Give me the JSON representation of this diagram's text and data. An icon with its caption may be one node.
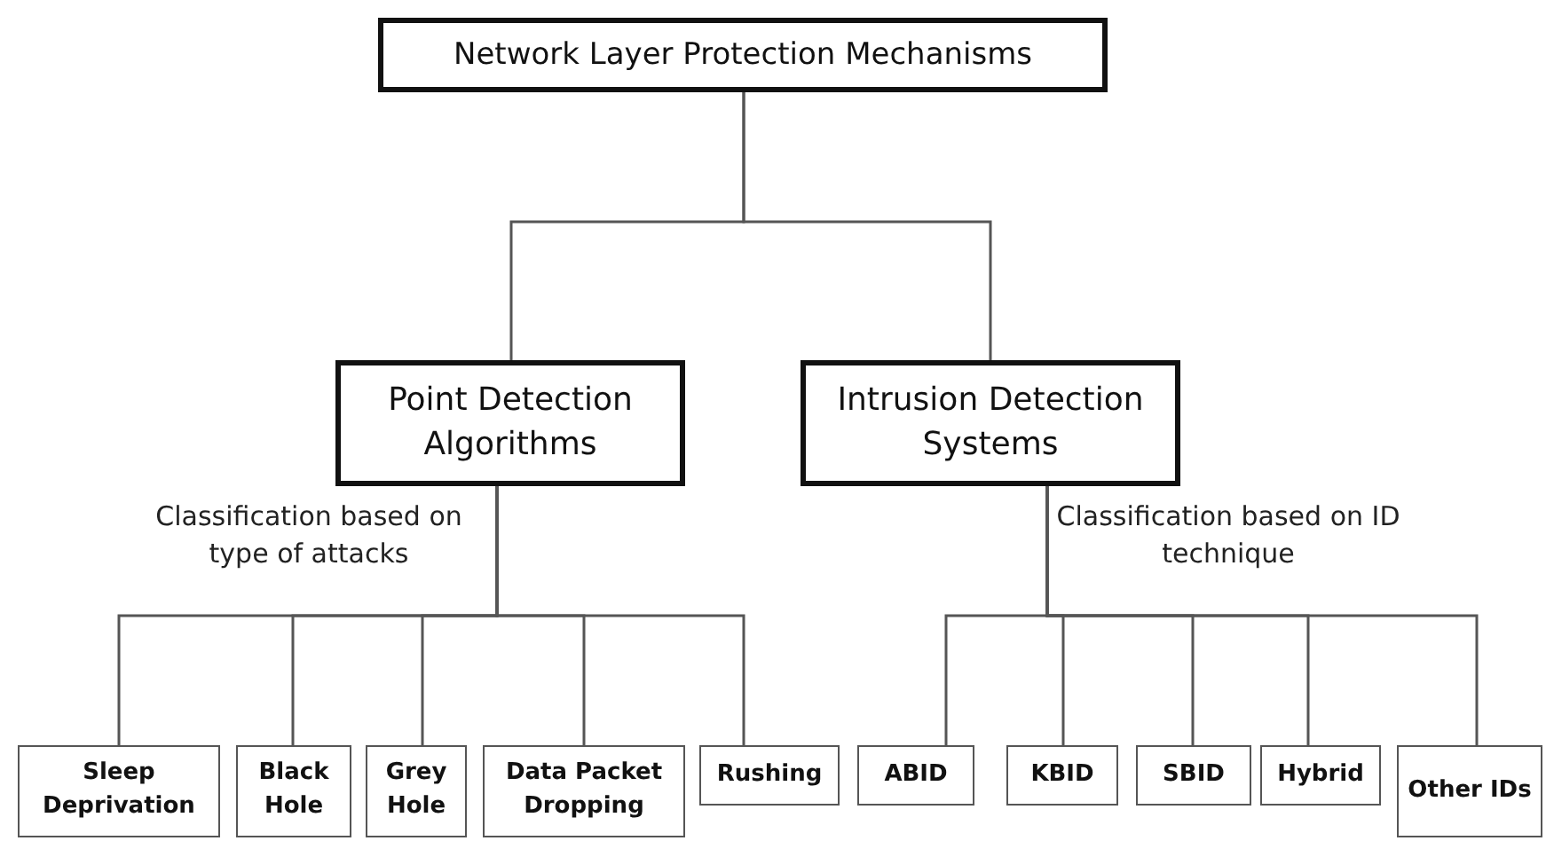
{
  "diagram": {
    "nodes": [
      {
        "text": [
          "Network Layer Protection Mechanisms"
        ]
      },
      {
        "text": [
          "Point Detection Algorithms"
        ]
      },
      {
        "text": [
          "Intrusion Detection Systems"
        ]
      },
      {
        "text": [
          "Sleep Deprivation"
        ]
      },
      {
        "text": [
          "Black Hole"
        ]
      },
      {
        "text": [
          "Grey Hole"
        ]
      },
      {
        "text": [
          "Data Packet Dropping"
        ]
      },
      {
        "text": [
          "Rushing"
        ]
      },
      {
        "text": [
          "ABID"
        ]
      },
      {
        "text": [
          "KBID"
        ]
      },
      {
        "text": [
          "SBID"
        ]
      },
      {
        "text": [
          "Hybrid"
        ]
      },
      {
        "text": [
          "Other IDs"
        ]
      }
    ],
    "edges": [
      {
        "from": 0,
        "to": 1,
        "arrow": "none"
      },
      {
        "from": 0,
        "to": 2,
        "arrow": "none"
      },
      {
        "from": 1,
        "to": 3,
        "arrow": "none"
      },
      {
        "from": 1,
        "to": 4,
        "arrow": "none"
      },
      {
        "from": 1,
        "to": 5,
        "arrow": "none"
      },
      {
        "from": 1,
        "to": 6,
        "arrow": "none"
      },
      {
        "from": 1,
        "to": 7,
        "arrow": "none"
      },
      {
        "from": 2,
        "to": 8,
        "arrow": "none"
      },
      {
        "from": 2,
        "to": 9,
        "arrow": "none"
      },
      {
        "from": 2,
        "to": 10,
        "arrow": "none"
      },
      {
        "from": 2,
        "to": 11,
        "arrow": "none"
      },
      {
        "from": 2,
        "to": 12,
        "arrow": "none"
      }
    ],
    "labels": [
      "Classification based on type of attacks",
      "Classification based on ID technique"
    ]
  }
}
